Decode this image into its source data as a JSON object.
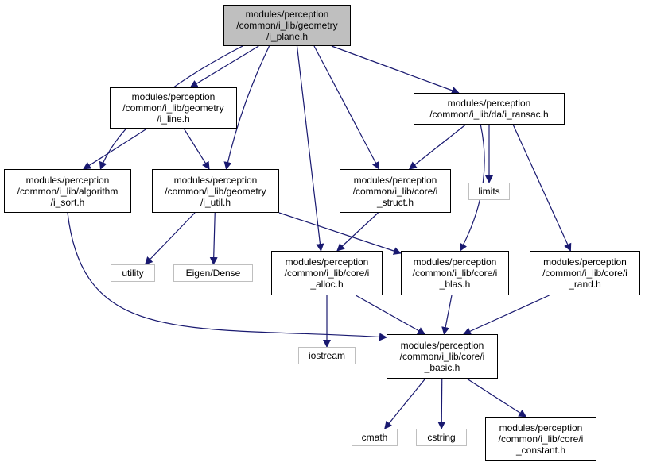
{
  "diagram": {
    "edge_color": "#191970",
    "root_fill": "#bfbfbf",
    "nodes": {
      "i_plane": "modules/perception\n/common/i_lib/geometry\n/i_plane.h",
      "i_line": "modules/perception\n/common/i_lib/geometry\n/i_line.h",
      "i_ransac": "modules/perception\n/common/i_lib/da/i_ransac.h",
      "i_sort": "modules/perception\n/common/i_lib/algorithm\n/i_sort.h",
      "i_util": "modules/perception\n/common/i_lib/geometry\n/i_util.h",
      "i_struct": "modules/perception\n/common/i_lib/core/i\n_struct.h",
      "limits": "limits",
      "utility": "utility",
      "eigen_dense": "Eigen/Dense",
      "i_alloc": "modules/perception\n/common/i_lib/core/i\n_alloc.h",
      "i_blas": "modules/perception\n/common/i_lib/core/i\n_blas.h",
      "i_rand": "modules/perception\n/common/i_lib/core/i\n_rand.h",
      "iostream": "iostream",
      "i_basic": "modules/perception\n/common/i_lib/core/i\n_basic.h",
      "cmath": "cmath",
      "cstring": "cstring",
      "i_constant": "modules/perception\n/common/i_lib/core/i\n_constant.h"
    },
    "edges": [
      [
        "i_plane",
        "i_line"
      ],
      [
        "i_plane",
        "i_ransac"
      ],
      [
        "i_plane",
        "i_sort"
      ],
      [
        "i_plane",
        "i_util"
      ],
      [
        "i_plane",
        "i_struct"
      ],
      [
        "i_plane",
        "i_alloc"
      ],
      [
        "i_line",
        "i_sort"
      ],
      [
        "i_line",
        "i_util"
      ],
      [
        "i_ransac",
        "i_struct"
      ],
      [
        "i_ransac",
        "limits"
      ],
      [
        "i_ransac",
        "i_blas"
      ],
      [
        "i_ransac",
        "i_rand"
      ],
      [
        "i_sort",
        "i_basic"
      ],
      [
        "i_util",
        "utility"
      ],
      [
        "i_util",
        "eigen_dense"
      ],
      [
        "i_util",
        "i_blas"
      ],
      [
        "i_struct",
        "i_alloc"
      ],
      [
        "i_alloc",
        "iostream"
      ],
      [
        "i_alloc",
        "i_basic"
      ],
      [
        "i_blas",
        "i_basic"
      ],
      [
        "i_rand",
        "i_basic"
      ],
      [
        "i_basic",
        "cmath"
      ],
      [
        "i_basic",
        "cstring"
      ],
      [
        "i_basic",
        "i_constant"
      ]
    ]
  }
}
